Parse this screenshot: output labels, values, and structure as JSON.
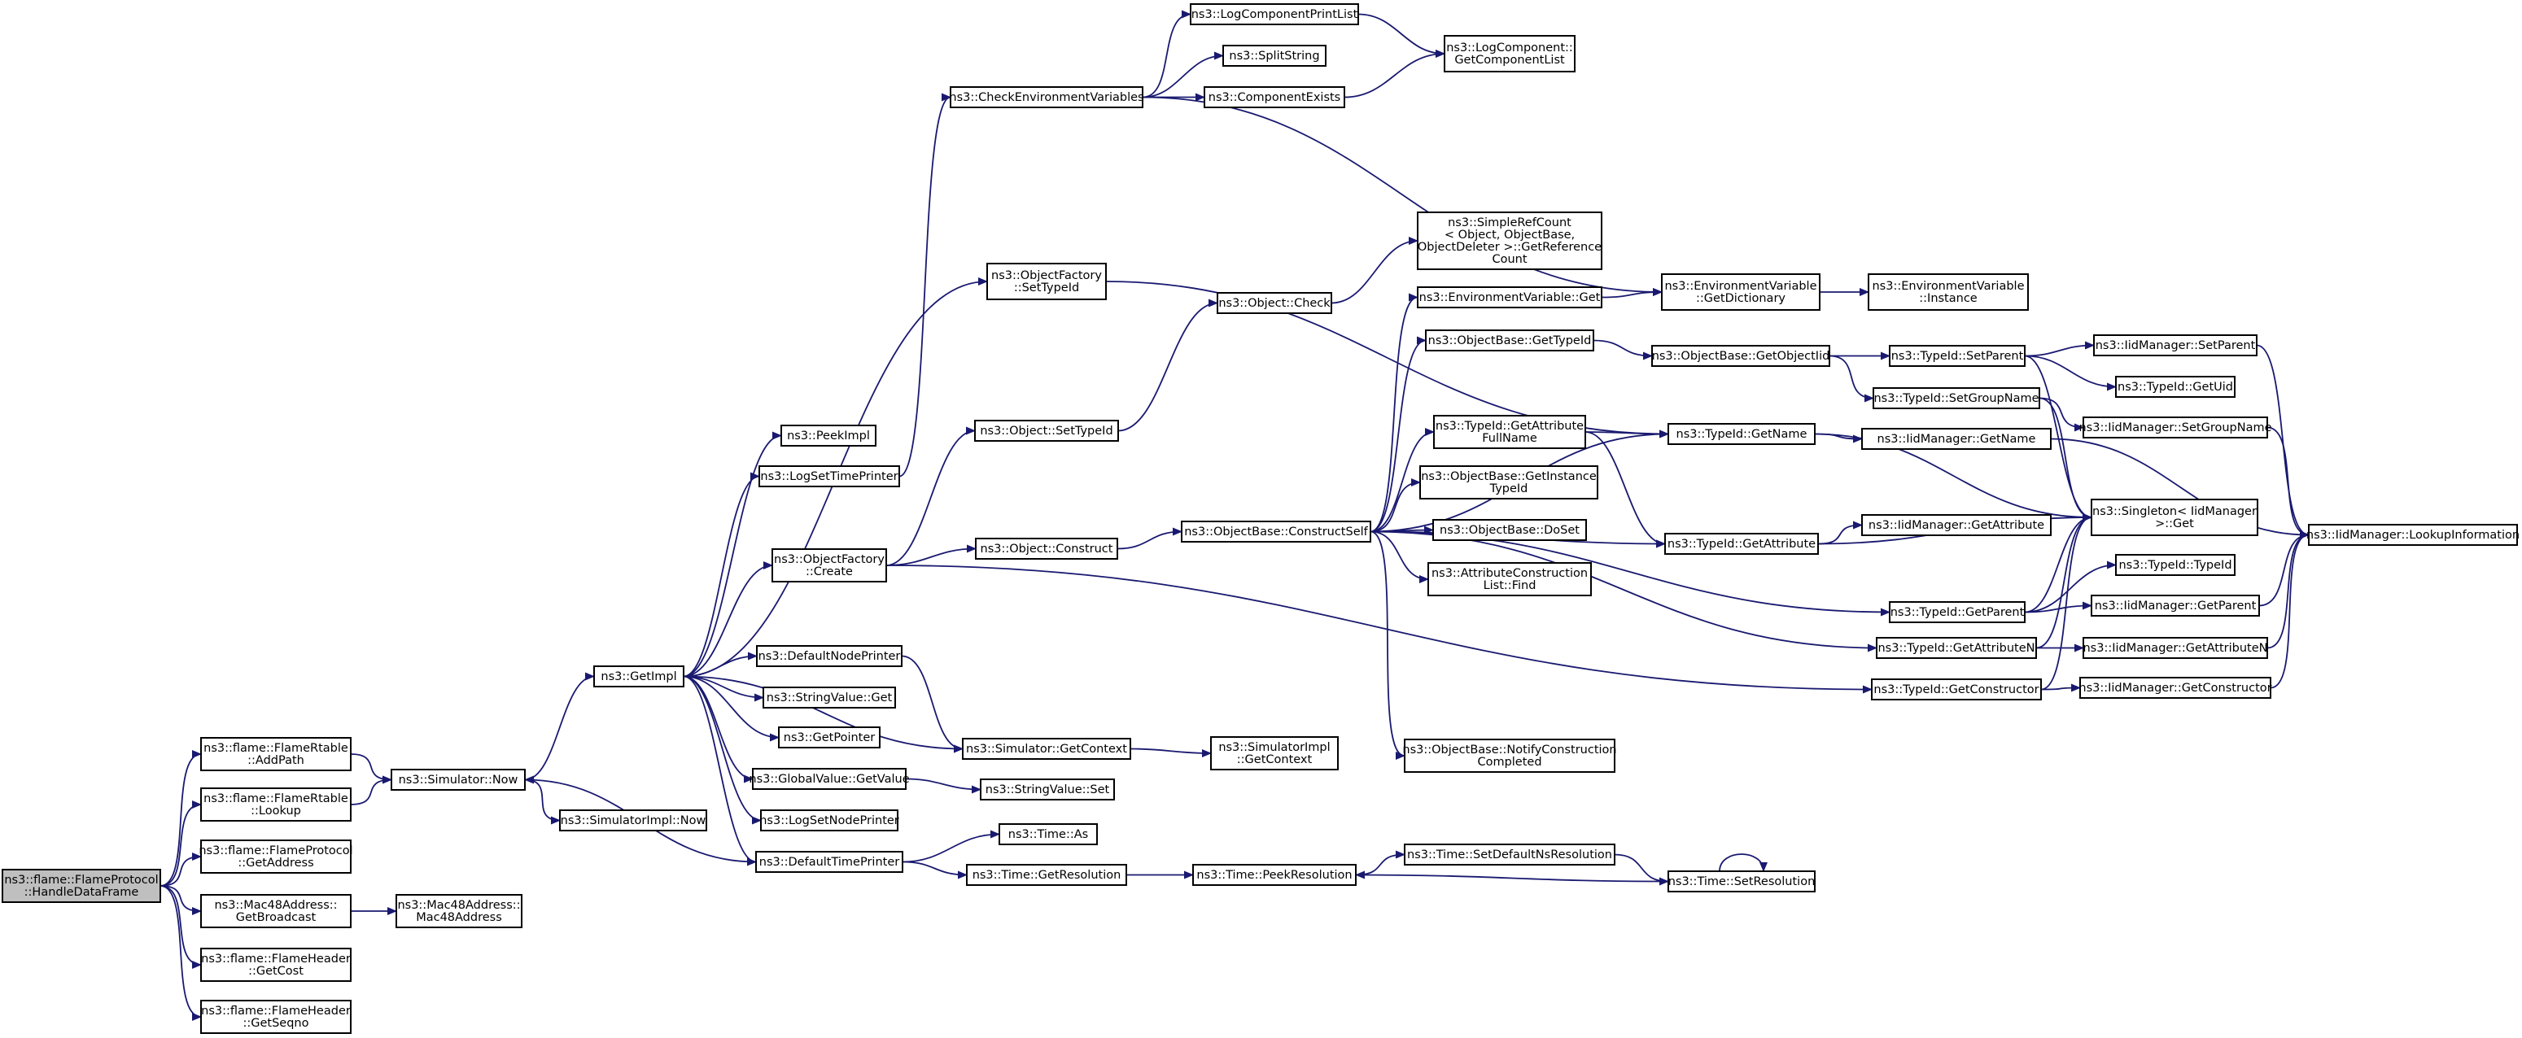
{
  "nodes": {
    "handle_data_frame": [
      "ns3::flame::FlameProtocol",
      "::HandleDataFrame"
    ],
    "flamertable_addpath": [
      "ns3::flame::FlameRtable",
      "::AddPath"
    ],
    "flamertable_lookup": [
      "ns3::flame::FlameRtable",
      "::Lookup"
    ],
    "flameprotocol_getaddress": [
      "ns3::flame::FlameProtocol",
      "::GetAddress"
    ],
    "mac48_getbroadcast": [
      "ns3::Mac48Address::",
      "GetBroadcast"
    ],
    "mac48_mac48address": [
      "ns3::Mac48Address::",
      "Mac48Address"
    ],
    "flameheader_getcost": [
      "ns3::flame::FlameHeader",
      "::GetCost"
    ],
    "flameheader_getseqno": [
      "ns3::flame::FlameHeader",
      "::GetSeqno"
    ],
    "simulator_now": [
      "ns3::Simulator::Now"
    ],
    "simulatorimpl_now": [
      "ns3::SimulatorImpl::Now"
    ],
    "getimpl": [
      "ns3::GetImpl"
    ],
    "peekimpl": [
      "ns3::PeekImpl"
    ],
    "logsettimeprinter": [
      "ns3::LogSetTimePrinter"
    ],
    "objectfactory_create": [
      "ns3::ObjectFactory",
      "::Create"
    ],
    "defaultnodeprinter": [
      "ns3::DefaultNodePrinter"
    ],
    "stringvalue_get": [
      "ns3::StringValue::Get"
    ],
    "getpointer": [
      "ns3::GetPointer"
    ],
    "globalvalue_getvalue": [
      "ns3::GlobalValue::GetValue"
    ],
    "logsetnodeprinter": [
      "ns3::LogSetNodePrinter"
    ],
    "defaulttimeprinter": [
      "ns3::DefaultTimePrinter"
    ],
    "checkenvironmentvariables": [
      "ns3::CheckEnvironmentVariables"
    ],
    "logcomponentprintlist": [
      "ns3::LogComponentPrintList"
    ],
    "splitstring": [
      "ns3::SplitString"
    ],
    "componentexists": [
      "ns3::ComponentExists"
    ],
    "logcomponent_getcomponentlist": [
      "ns3::LogComponent::",
      "GetComponentList"
    ],
    "objectfactory_settypeid": [
      "ns3::ObjectFactory",
      "::SetTypeId"
    ],
    "object_settypeid": [
      "ns3::Object::SetTypeId"
    ],
    "object_construct": [
      "ns3::Object::Construct"
    ],
    "object_check": [
      "ns3::Object::Check"
    ],
    "simulator_getcontext": [
      "ns3::Simulator::GetContext"
    ],
    "simulatorimpl_getcontext": [
      "ns3::SimulatorImpl",
      "::GetContext"
    ],
    "stringvalue_set": [
      "ns3::StringValue::Set"
    ],
    "time_as": [
      "ns3::Time::As"
    ],
    "time_getresolution": [
      "ns3::Time::GetResolution"
    ],
    "time_peekresolution": [
      "ns3::Time::PeekResolution"
    ],
    "time_setdefaultnsresolution": [
      "ns3::Time::SetDefaultNsResolution"
    ],
    "time_setresolution": [
      "ns3::Time::SetResolution"
    ],
    "objectbase_constructself": [
      "ns3::ObjectBase::ConstructSelf"
    ],
    "simplerefcount_getreferencecount": [
      "ns3::SimpleRefCount",
      "< Object, ObjectBase,",
      "ObjectDeleter >::GetReference",
      "Count"
    ],
    "environmentvariable_get": [
      "ns3::EnvironmentVariable::Get"
    ],
    "objectbase_gettypeid": [
      "ns3::ObjectBase::GetTypeId"
    ],
    "typeid_getattributefullname": [
      "ns3::TypeId::GetAttribute",
      "FullName"
    ],
    "objectbase_getinstancetypeid": [
      "ns3::ObjectBase::GetInstance",
      "TypeId"
    ],
    "objectbase_doset": [
      "ns3::ObjectBase::DoSet"
    ],
    "attributeconstructionlist_find": [
      "ns3::AttributeConstruction",
      "List::Find"
    ],
    "objectbase_notifyconstructioncompleted": [
      "ns3::ObjectBase::NotifyConstruction",
      "Completed"
    ],
    "environmentvariable_getdictionary": [
      "ns3::EnvironmentVariable",
      "::GetDictionary"
    ],
    "environmentvariable_instance": [
      "ns3::EnvironmentVariable",
      "::Instance"
    ],
    "objectbase_getobjectiid": [
      "ns3::ObjectBase::GetObjectIid"
    ],
    "typeid_getname": [
      "ns3::TypeId::GetName"
    ],
    "typeid_getattribute": [
      "ns3::TypeId::GetAttribute"
    ],
    "typeid_setparent": [
      "ns3::TypeId::SetParent"
    ],
    "typeid_setgroupname": [
      "ns3::TypeId::SetGroupName"
    ],
    "iidmanager_getname": [
      "ns3::IidManager::GetName"
    ],
    "iidmanager_getattribute": [
      "ns3::IidManager::GetAttribute"
    ],
    "typeid_getparent": [
      "ns3::TypeId::GetParent"
    ],
    "typeid_getattributen": [
      "ns3::TypeId::GetAttributeN"
    ],
    "typeid_getconstructor": [
      "ns3::TypeId::GetConstructor"
    ],
    "iidmanager_setparent": [
      "ns3::IidManager::SetParent"
    ],
    "typeid_getuid": [
      "ns3::TypeId::GetUid"
    ],
    "iidmanager_setgroupname": [
      "ns3::IidManager::SetGroupName"
    ],
    "singleton_iidmanager_get": [
      "ns3::Singleton< IidManager",
      ">::Get"
    ],
    "typeid_typeid": [
      "ns3::TypeId::TypeId"
    ],
    "iidmanager_getparent": [
      "ns3::IidManager::GetParent"
    ],
    "iidmanager_getattributen": [
      "ns3::IidManager::GetAttributeN"
    ],
    "iidmanager_getconstructor": [
      "ns3::IidManager::GetConstructor"
    ],
    "iidmanager_lookupinformation": [
      "ns3::IidManager::LookupInformation"
    ]
  },
  "edges": [
    [
      "handle_data_frame",
      "flamertable_addpath"
    ],
    [
      "handle_data_frame",
      "flamertable_lookup"
    ],
    [
      "handle_data_frame",
      "flameprotocol_getaddress"
    ],
    [
      "handle_data_frame",
      "mac48_getbroadcast"
    ],
    [
      "handle_data_frame",
      "flameheader_getcost"
    ],
    [
      "handle_data_frame",
      "flameheader_getseqno"
    ],
    [
      "flamertable_addpath",
      "simulator_now"
    ],
    [
      "flamertable_lookup",
      "simulator_now"
    ],
    [
      "mac48_getbroadcast",
      "mac48_mac48address"
    ],
    [
      "simulator_now",
      "getimpl"
    ],
    [
      "simulator_now",
      "simulatorimpl_now"
    ],
    [
      "getimpl",
      "peekimpl"
    ],
    [
      "getimpl",
      "logsettimeprinter"
    ],
    [
      "getimpl",
      "objectfactory_create"
    ],
    [
      "getimpl",
      "defaultnodeprinter"
    ],
    [
      "getimpl",
      "stringvalue_get"
    ],
    [
      "getimpl",
      "getpointer"
    ],
    [
      "getimpl",
      "globalvalue_getvalue"
    ],
    [
      "getimpl",
      "logsetnodeprinter"
    ],
    [
      "getimpl",
      "defaulttimeprinter"
    ],
    [
      "getimpl",
      "simulator_getcontext"
    ],
    [
      "getimpl",
      "objectfactory_settypeid"
    ],
    [
      "defaulttimeprinter",
      "simulator_now"
    ],
    [
      "logsettimeprinter",
      "checkenvironmentvariables"
    ],
    [
      "checkenvironmentvariables",
      "logcomponentprintlist"
    ],
    [
      "checkenvironmentvariables",
      "splitstring"
    ],
    [
      "checkenvironmentvariables",
      "componentexists"
    ],
    [
      "checkenvironmentvariables",
      "environmentvariable_getdictionary"
    ],
    [
      "logcomponentprintlist",
      "logcomponent_getcomponentlist"
    ],
    [
      "componentexists",
      "logcomponent_getcomponentlist"
    ],
    [
      "objectfactory_create",
      "object_settypeid"
    ],
    [
      "objectfactory_create",
      "object_construct"
    ],
    [
      "objectfactory_create",
      "typeid_getconstructor"
    ],
    [
      "object_settypeid",
      "object_check"
    ],
    [
      "object_check",
      "simplerefcount_getreferencecount"
    ],
    [
      "object_construct",
      "objectbase_constructself"
    ],
    [
      "defaultnodeprinter",
      "simulator_getcontext"
    ],
    [
      "simulator_getcontext",
      "simulatorimpl_getcontext"
    ],
    [
      "globalvalue_getvalue",
      "stringvalue_set"
    ],
    [
      "defaulttimeprinter",
      "time_as"
    ],
    [
      "defaulttimeprinter",
      "time_getresolution"
    ],
    [
      "time_getresolution",
      "time_peekresolution"
    ],
    [
      "time_setdefaultnsresolution",
      "time_setresolution"
    ],
    [
      "time_setresolution",
      "time_peekresolution"
    ],
    [
      "time_setresolution",
      "time_setresolution"
    ],
    [
      "time_peekresolution",
      "time_setdefaultnsresolution"
    ],
    [
      "objectfactory_settypeid",
      "typeid_getname"
    ],
    [
      "objectbase_constructself",
      "environmentvariable_get"
    ],
    [
      "objectbase_constructself",
      "objectbase_gettypeid"
    ],
    [
      "objectbase_constructself",
      "typeid_getattributefullname"
    ],
    [
      "objectbase_constructself",
      "objectbase_getinstancetypeid"
    ],
    [
      "objectbase_constructself",
      "objectbase_doset"
    ],
    [
      "objectbase_constructself",
      "attributeconstructionlist_find"
    ],
    [
      "objectbase_constructself",
      "objectbase_notifyconstructioncompleted"
    ],
    [
      "objectbase_constructself",
      "typeid_getname"
    ],
    [
      "objectbase_constructself",
      "typeid_getattribute"
    ],
    [
      "objectbase_constructself",
      "typeid_getparent"
    ],
    [
      "objectbase_constructself",
      "typeid_getattributen"
    ],
    [
      "environmentvariable_get",
      "environmentvariable_getdictionary"
    ],
    [
      "environmentvariable_getdictionary",
      "environmentvariable_instance"
    ],
    [
      "objectbase_gettypeid",
      "objectbase_getobjectiid"
    ],
    [
      "objectbase_getobjectiid",
      "typeid_setparent"
    ],
    [
      "objectbase_getobjectiid",
      "typeid_setgroupname"
    ],
    [
      "typeid_getattributefullname",
      "typeid_getname"
    ],
    [
      "typeid_getattributefullname",
      "typeid_getattribute"
    ],
    [
      "typeid_getname",
      "iidmanager_getname"
    ],
    [
      "typeid_getname",
      "singleton_iidmanager_get"
    ],
    [
      "typeid_getattribute",
      "iidmanager_getattribute"
    ],
    [
      "typeid_getattribute",
      "singleton_iidmanager_get"
    ],
    [
      "typeid_setparent",
      "iidmanager_setparent"
    ],
    [
      "typeid_setparent",
      "typeid_getuid"
    ],
    [
      "typeid_setparent",
      "singleton_iidmanager_get"
    ],
    [
      "typeid_setgroupname",
      "iidmanager_setgroupname"
    ],
    [
      "typeid_setgroupname",
      "singleton_iidmanager_get"
    ],
    [
      "typeid_getparent",
      "typeid_typeid"
    ],
    [
      "typeid_getparent",
      "iidmanager_getparent"
    ],
    [
      "typeid_getparent",
      "singleton_iidmanager_get"
    ],
    [
      "typeid_getattributen",
      "iidmanager_getattributen"
    ],
    [
      "typeid_getattributen",
      "singleton_iidmanager_get"
    ],
    [
      "typeid_getconstructor",
      "iidmanager_getconstructor"
    ],
    [
      "typeid_getconstructor",
      "singleton_iidmanager_get"
    ],
    [
      "iidmanager_setparent",
      "iidmanager_lookupinformation"
    ],
    [
      "iidmanager_setgroupname",
      "iidmanager_lookupinformation"
    ],
    [
      "iidmanager_getname",
      "iidmanager_lookupinformation"
    ],
    [
      "iidmanager_getparent",
      "iidmanager_lookupinformation"
    ],
    [
      "iidmanager_getattributen",
      "iidmanager_lookupinformation"
    ],
    [
      "iidmanager_getconstructor",
      "iidmanager_lookupinformation"
    ]
  ]
}
